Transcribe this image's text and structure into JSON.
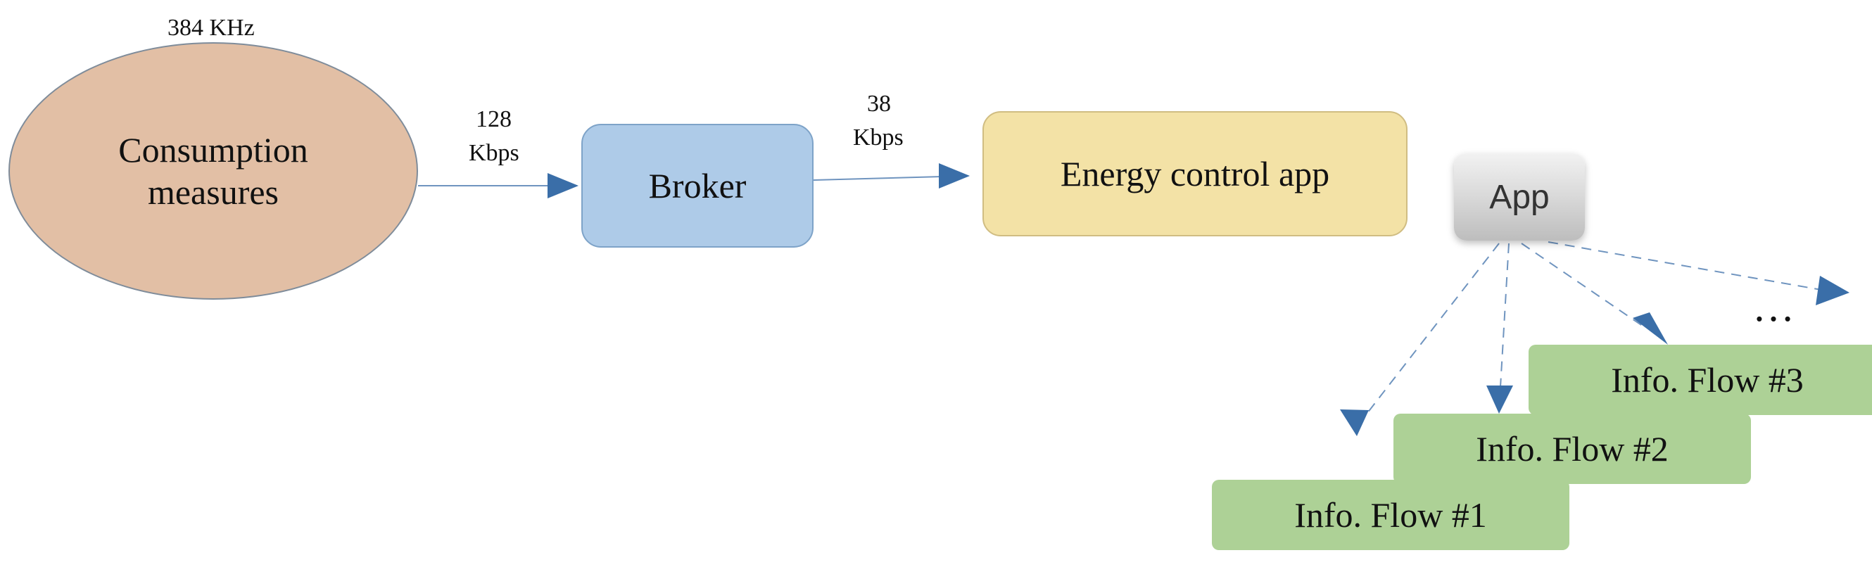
{
  "consumption": {
    "line1": "Consumption",
    "line2": "measures",
    "rate": "384 KHz"
  },
  "link1": {
    "line1": "128",
    "line2": "Kbps"
  },
  "broker": {
    "label": "Broker"
  },
  "link2": {
    "line1": "38",
    "line2": "Kbps"
  },
  "energy_app": {
    "label": "Energy control app"
  },
  "app_button": {
    "label": "App"
  },
  "flows": [
    {
      "label": "Info. Flow #1"
    },
    {
      "label": "Info. Flow #2"
    },
    {
      "label": "Info. Flow #3"
    }
  ],
  "ellipsis": "…",
  "colors": {
    "consumption_fill": "#e2bfa5",
    "broker_fill": "#aecbe8",
    "energy_fill": "#f3e2a6",
    "flow_fill": "#add196",
    "arrow": "#3a6ea8"
  }
}
